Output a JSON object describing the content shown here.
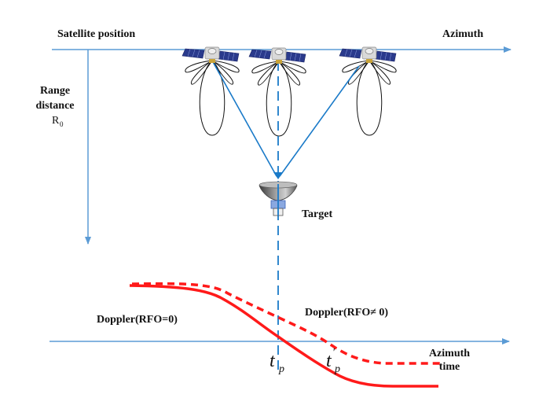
{
  "labels": {
    "satellite_position": "Satellite position",
    "azimuth": "Azimuth",
    "range_line1": "Range",
    "range_line2": "distance",
    "range_symbol": "R",
    "range_subscript": "0",
    "target": "Target",
    "doppler_zero": "Doppler(RFO=0)",
    "doppler_nonzero": "Doppler(RFO≠ 0)",
    "azimuth_time_line1": "Azimuth",
    "azimuth_time_line2": "time",
    "tp": "t",
    "tp_sub": "p",
    "tp_prime": "t",
    "tp_prime_mark": "′",
    "tp_prime_sub": "p"
  },
  "colors": {
    "axis": "#5b9bd5",
    "beam": "#1a7ac8",
    "doppler": "#ff1a1a",
    "panel": "#2a3a8c",
    "bus": "#d9d9d9",
    "antenna": "#c9a43a",
    "dish": "#7a7a7a"
  },
  "satellites": [
    {
      "name": "satellite-left"
    },
    {
      "name": "satellite-center"
    },
    {
      "name": "satellite-right"
    }
  ],
  "icons": {
    "satellite": "satellite-icon",
    "radar_dish": "radar-dish-icon"
  }
}
